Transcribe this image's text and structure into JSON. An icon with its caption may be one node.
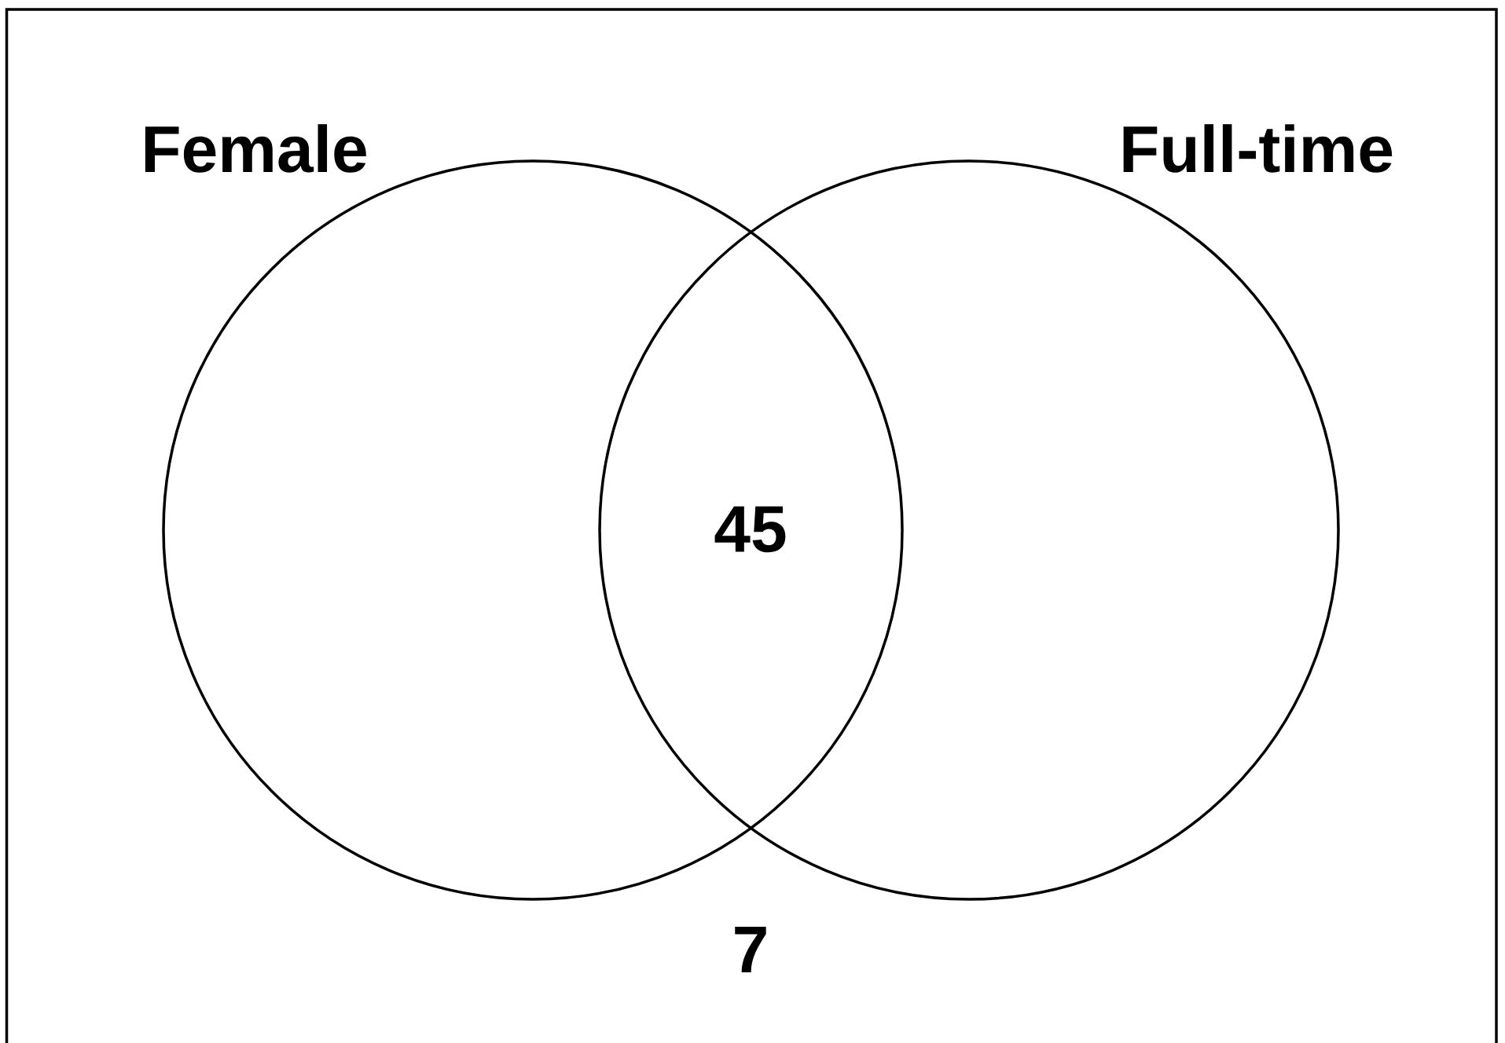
{
  "diagram": {
    "nodes": [
      {
        "text": [
          "Female"
        ]
      },
      {
        "text": [
          "Full-time"
        ]
      }
    ],
    "labels": [
      "45",
      "7"
    ]
  }
}
